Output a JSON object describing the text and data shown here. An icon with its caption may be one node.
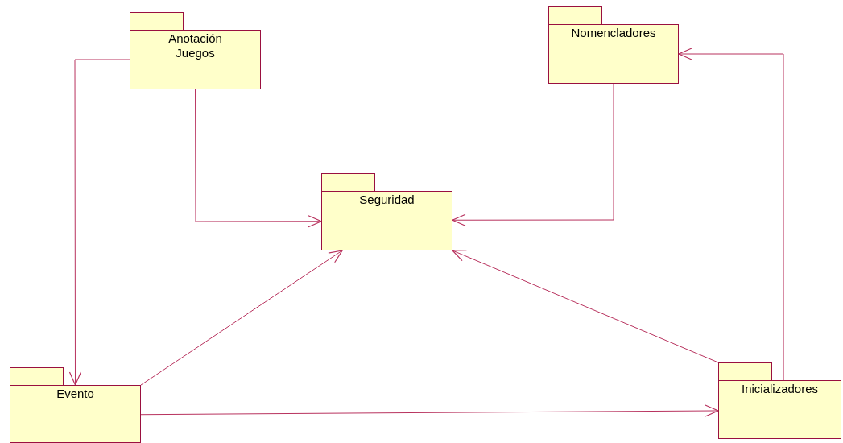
{
  "diagram": {
    "nodes": [
      {
        "text": [
          "Anotación Juegos"
        ]
      },
      {
        "text": [
          "Nomencladores"
        ]
      },
      {
        "text": [
          "Seguridad"
        ]
      },
      {
        "text": [
          "Evento"
        ]
      },
      {
        "text": [
          "Inicializadores"
        ]
      }
    ],
    "edges": [
      {
        "from": 0,
        "to": 2,
        "arrow": "to"
      },
      {
        "from": 1,
        "to": 2,
        "arrow": "to"
      },
      {
        "from": 0,
        "to": 3,
        "arrow": "to"
      },
      {
        "from": 3,
        "to": 2,
        "arrow": "to"
      },
      {
        "from": 4,
        "to": 2,
        "arrow": "to"
      },
      {
        "from": 3,
        "to": 4,
        "arrow": "to"
      },
      {
        "from": 4,
        "to": 1,
        "arrow": "to"
      }
    ]
  }
}
